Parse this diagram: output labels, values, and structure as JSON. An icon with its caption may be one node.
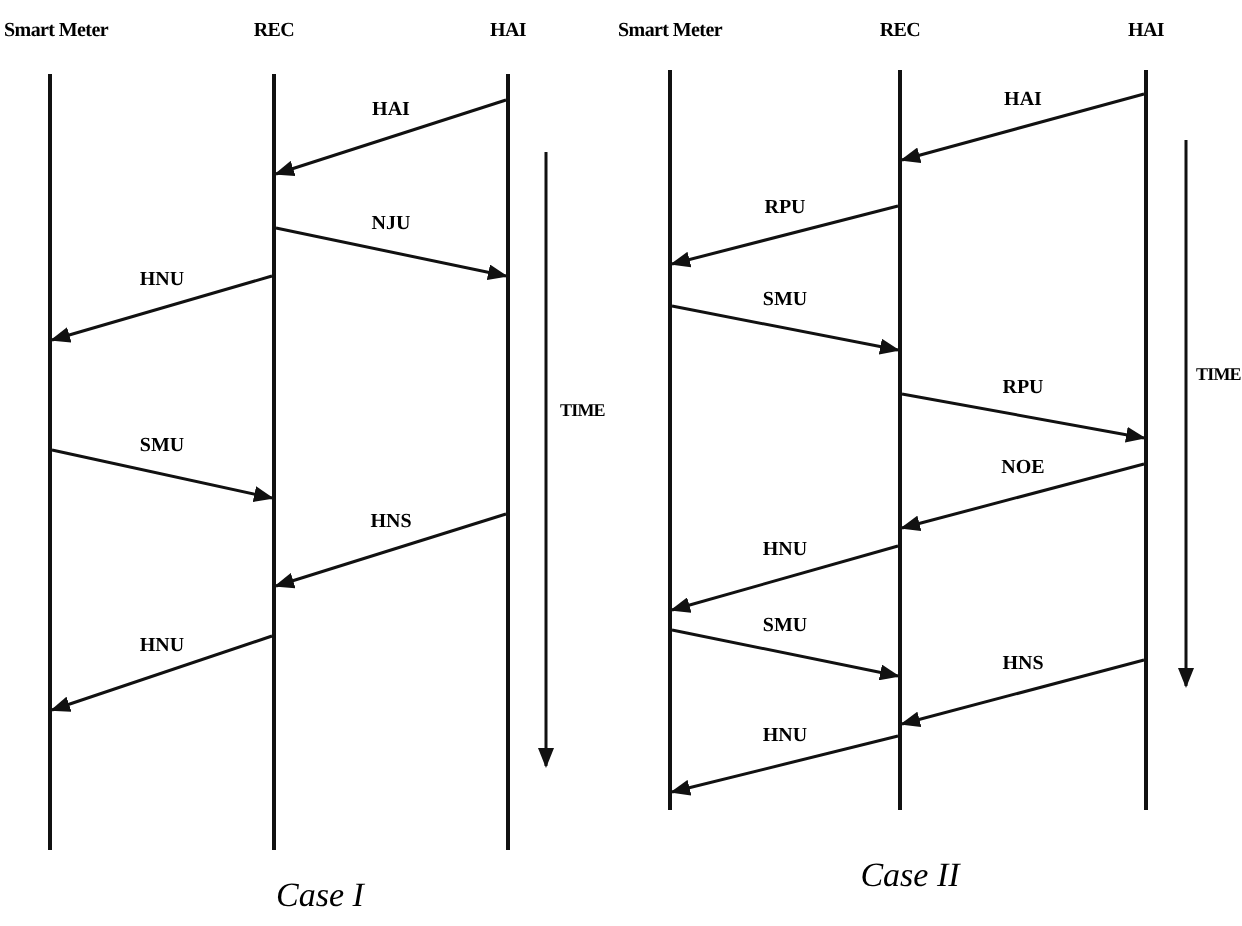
{
  "diagram": {
    "nodes": [
      {
        "text": [
          "Smart Meter"
        ]
      },
      {
        "text": [
          "REC"
        ]
      },
      {
        "text": [
          "HAI"
        ]
      },
      {
        "text": [
          "Smart Meter"
        ]
      },
      {
        "text": [
          "REC"
        ]
      },
      {
        "text": [
          "HAI"
        ]
      }
    ],
    "edges": [
      {
        "from": 2,
        "to": 1,
        "arrow": "to",
        "label": "HAI"
      },
      {
        "from": 1,
        "to": 2,
        "arrow": "to",
        "label": "NJU"
      },
      {
        "from": 1,
        "to": 0,
        "arrow": "to",
        "label": "HNU"
      },
      {
        "from": 0,
        "to": 1,
        "arrow": "to",
        "label": "SMU"
      },
      {
        "from": 2,
        "to": 1,
        "arrow": "to",
        "label": "HNS"
      },
      {
        "from": 1,
        "to": 0,
        "arrow": "to",
        "label": "HNU"
      },
      {
        "from": 5,
        "to": 4,
        "arrow": "to",
        "label": "HAI"
      },
      {
        "from": 4,
        "to": 3,
        "arrow": "to",
        "label": "RPU"
      },
      {
        "from": 3,
        "to": 4,
        "arrow": "to",
        "label": "SMU"
      },
      {
        "from": 4,
        "to": 5,
        "arrow": "to",
        "label": "RPU"
      },
      {
        "from": 5,
        "to": 4,
        "arrow": "to",
        "label": "NOE"
      },
      {
        "from": 4,
        "to": 3,
        "arrow": "to",
        "label": "HNU"
      },
      {
        "from": 3,
        "to": 4,
        "arrow": "to",
        "label": "SMU"
      },
      {
        "from": 5,
        "to": 4,
        "arrow": "to",
        "label": "HNS"
      },
      {
        "from": 4,
        "to": 3,
        "arrow": "to",
        "label": "HNU"
      }
    ],
    "labels": [
      "TIME",
      "TIME",
      "Case I",
      "Case II"
    ]
  }
}
